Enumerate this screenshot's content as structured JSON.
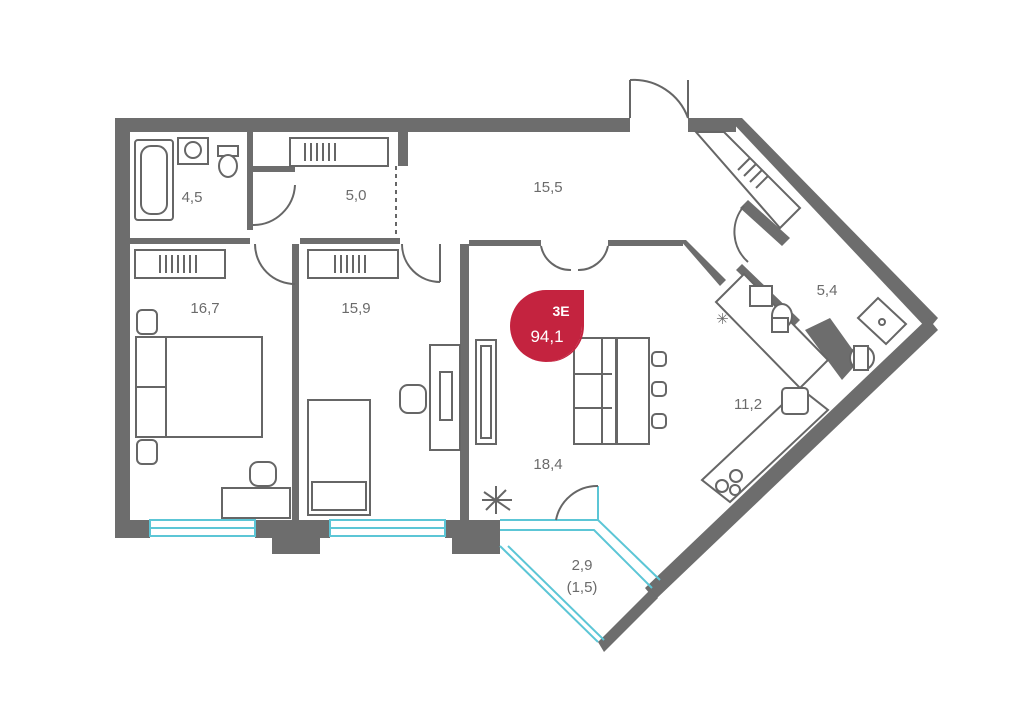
{
  "colors": {
    "wall": "#6d6d6d",
    "window": "#5cc6d6",
    "fixture": "#666666",
    "badge": "#c4233f",
    "label": "#6b6b6b"
  },
  "badge": {
    "code": "3Е",
    "area": "94,1"
  },
  "rooms": [
    {
      "id": "bathroom",
      "area": "4,5"
    },
    {
      "id": "dressing",
      "area": "5,0"
    },
    {
      "id": "hall",
      "area": "15,5"
    },
    {
      "id": "bedroom-1",
      "area": "16,7"
    },
    {
      "id": "bedroom-2",
      "area": "15,9"
    },
    {
      "id": "living",
      "area": "18,4"
    },
    {
      "id": "toilet",
      "area": "5,4"
    },
    {
      "id": "kitchen",
      "area": "11,2"
    },
    {
      "id": "balcony",
      "area": "2,9",
      "subarea": "(1,5)"
    }
  ]
}
